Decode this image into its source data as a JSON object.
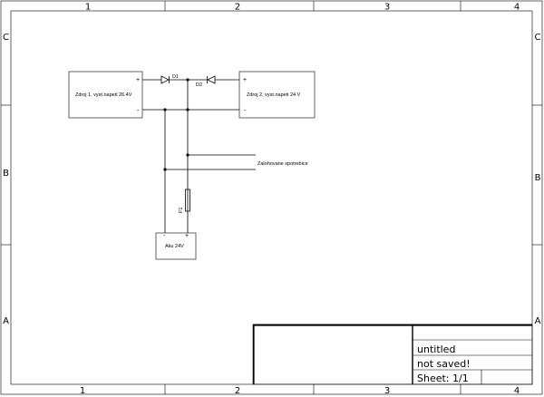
{
  "frame": {
    "columns": [
      "1",
      "2",
      "3",
      "4"
    ],
    "rows": [
      "C",
      "B",
      "A"
    ]
  },
  "components": {
    "psu1": {
      "label": "Zdroj 1, vyst.napeti 26.4V",
      "plus": "+",
      "minus": "-"
    },
    "psu2": {
      "label": "Zdroj 2, vyst.napeti 24 V",
      "plus": "+",
      "minus": "-"
    },
    "d1": {
      "label": "D1"
    },
    "d2": {
      "label": "D2"
    },
    "f1": {
      "label": "F1"
    },
    "battery": {
      "label": "Aku 24V",
      "minus": "-",
      "plus": "+"
    },
    "load": {
      "label": "Zalohovane spotrebice"
    }
  },
  "title_block": {
    "title": "untitled",
    "status": "not saved!",
    "sheet": "Sheet: 1/1"
  }
}
